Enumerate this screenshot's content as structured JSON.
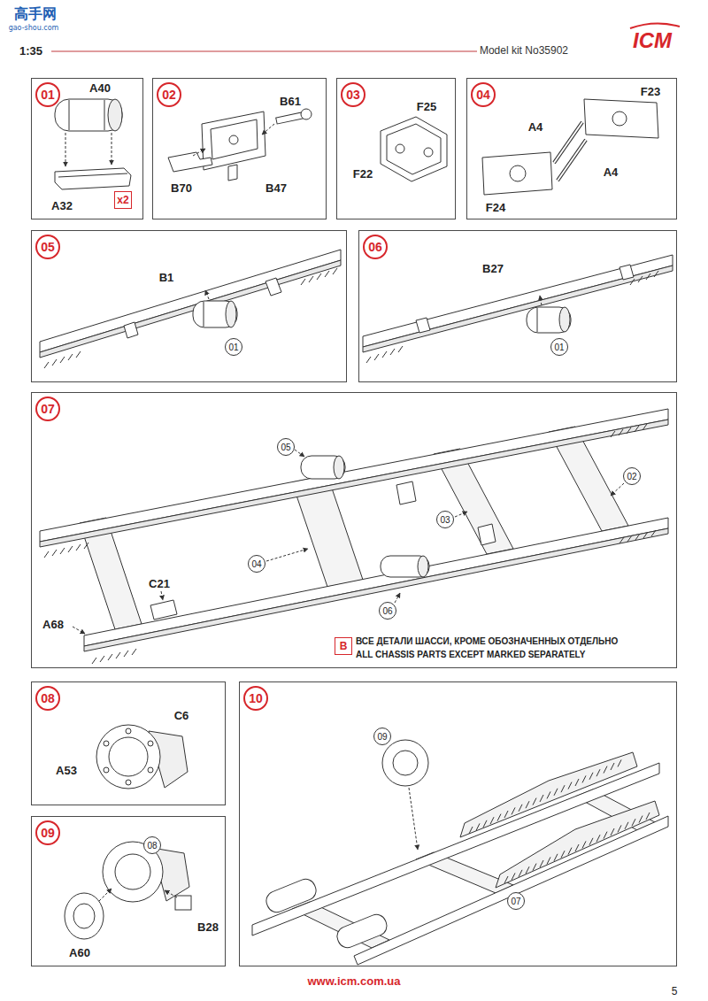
{
  "diagram": {
    "nodes": [
      {
        "text": [
          "01"
        ]
      },
      {
        "text": [
          "x2"
        ],
        "in": 0
      },
      {
        "text": [
          "02"
        ]
      },
      {
        "text": [
          "03"
        ]
      },
      {
        "text": [
          "04"
        ]
      },
      {
        "text": [
          "05"
        ]
      },
      {
        "text": [
          "01"
        ],
        "in": 5
      },
      {
        "text": [
          "06"
        ]
      },
      {
        "text": [
          "01"
        ],
        "in": 7
      },
      {
        "text": [
          "07"
        ]
      },
      {
        "text": [
          "05"
        ],
        "in": 9
      },
      {
        "text": [
          "02"
        ],
        "in": 9
      },
      {
        "text": [
          "03"
        ],
        "in": 9
      },
      {
        "text": [
          "04"
        ],
        "in": 9
      },
      {
        "text": [
          "06"
        ],
        "in": 9
      },
      {
        "text": [
          "B"
        ],
        "in": 9
      },
      {
        "text": [
          "08"
        ]
      },
      {
        "text": [
          "09"
        ]
      },
      {
        "text": [
          "08"
        ],
        "in": 17
      },
      {
        "text": [
          "10"
        ]
      },
      {
        "text": [
          "09"
        ],
        "in": 19
      },
      {
        "text": [
          "07"
        ],
        "in": 19
      }
    ],
    "labels": [
      "高手网",
      "gao-shou.com",
      "1:35",
      "Model kit No35902",
      "ICM",
      "A40",
      "A32",
      "B61",
      "B70",
      "B47",
      "F25",
      "F22",
      "F23",
      "A4",
      "A4",
      "F24",
      "B1",
      "B27",
      "A68",
      "C21",
      "ВСЕ ДЕТАЛИ ШАССИ, КРОМЕ ОБОЗНАЧЕННЫХ ОТДЕЛЬНО",
      "ALL CHASSIS PARTS EXCEPT MARKED SEPARATELY",
      "C6",
      "A53",
      "A60",
      "B28",
      "www.icm.com.ua",
      "5"
    ]
  }
}
